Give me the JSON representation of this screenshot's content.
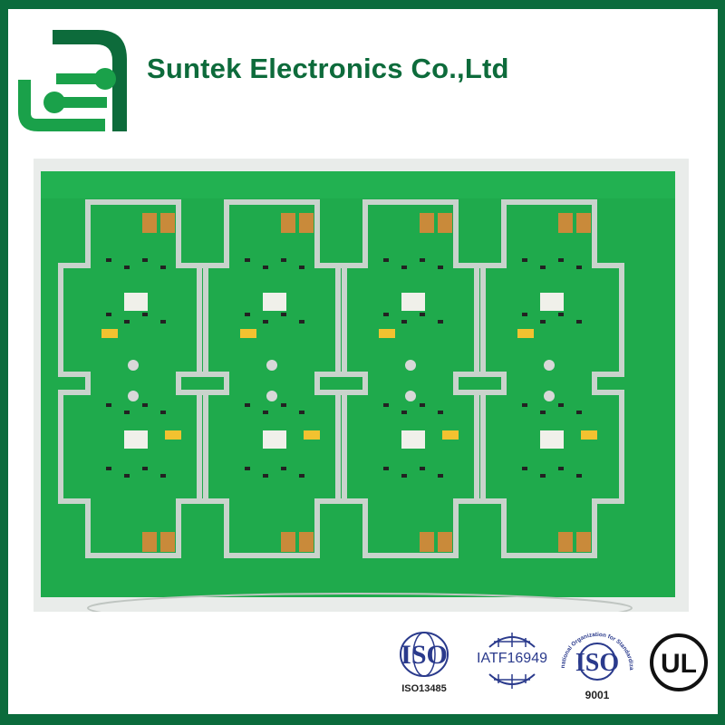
{
  "header": {
    "company_name": "Suntek Electronics Co.,Ltd"
  },
  "product_photo": {
    "subject": "pcb-panel",
    "board_count": 4,
    "board_color": "#1faa4c"
  },
  "certifications": [
    {
      "mark": "ISO",
      "caption": "ISO13485"
    },
    {
      "mark": "IATF16949",
      "caption": ""
    },
    {
      "mark": "ISO",
      "caption": "9001",
      "ring_text": "International Organization for Standardization"
    },
    {
      "mark": "UL",
      "caption": ""
    }
  ],
  "colors": {
    "frame": "#0b6b3c",
    "brand_dark": "#0d6b3b",
    "brand_light": "#1aa14a",
    "cert_blue": "#2a3a8c"
  }
}
